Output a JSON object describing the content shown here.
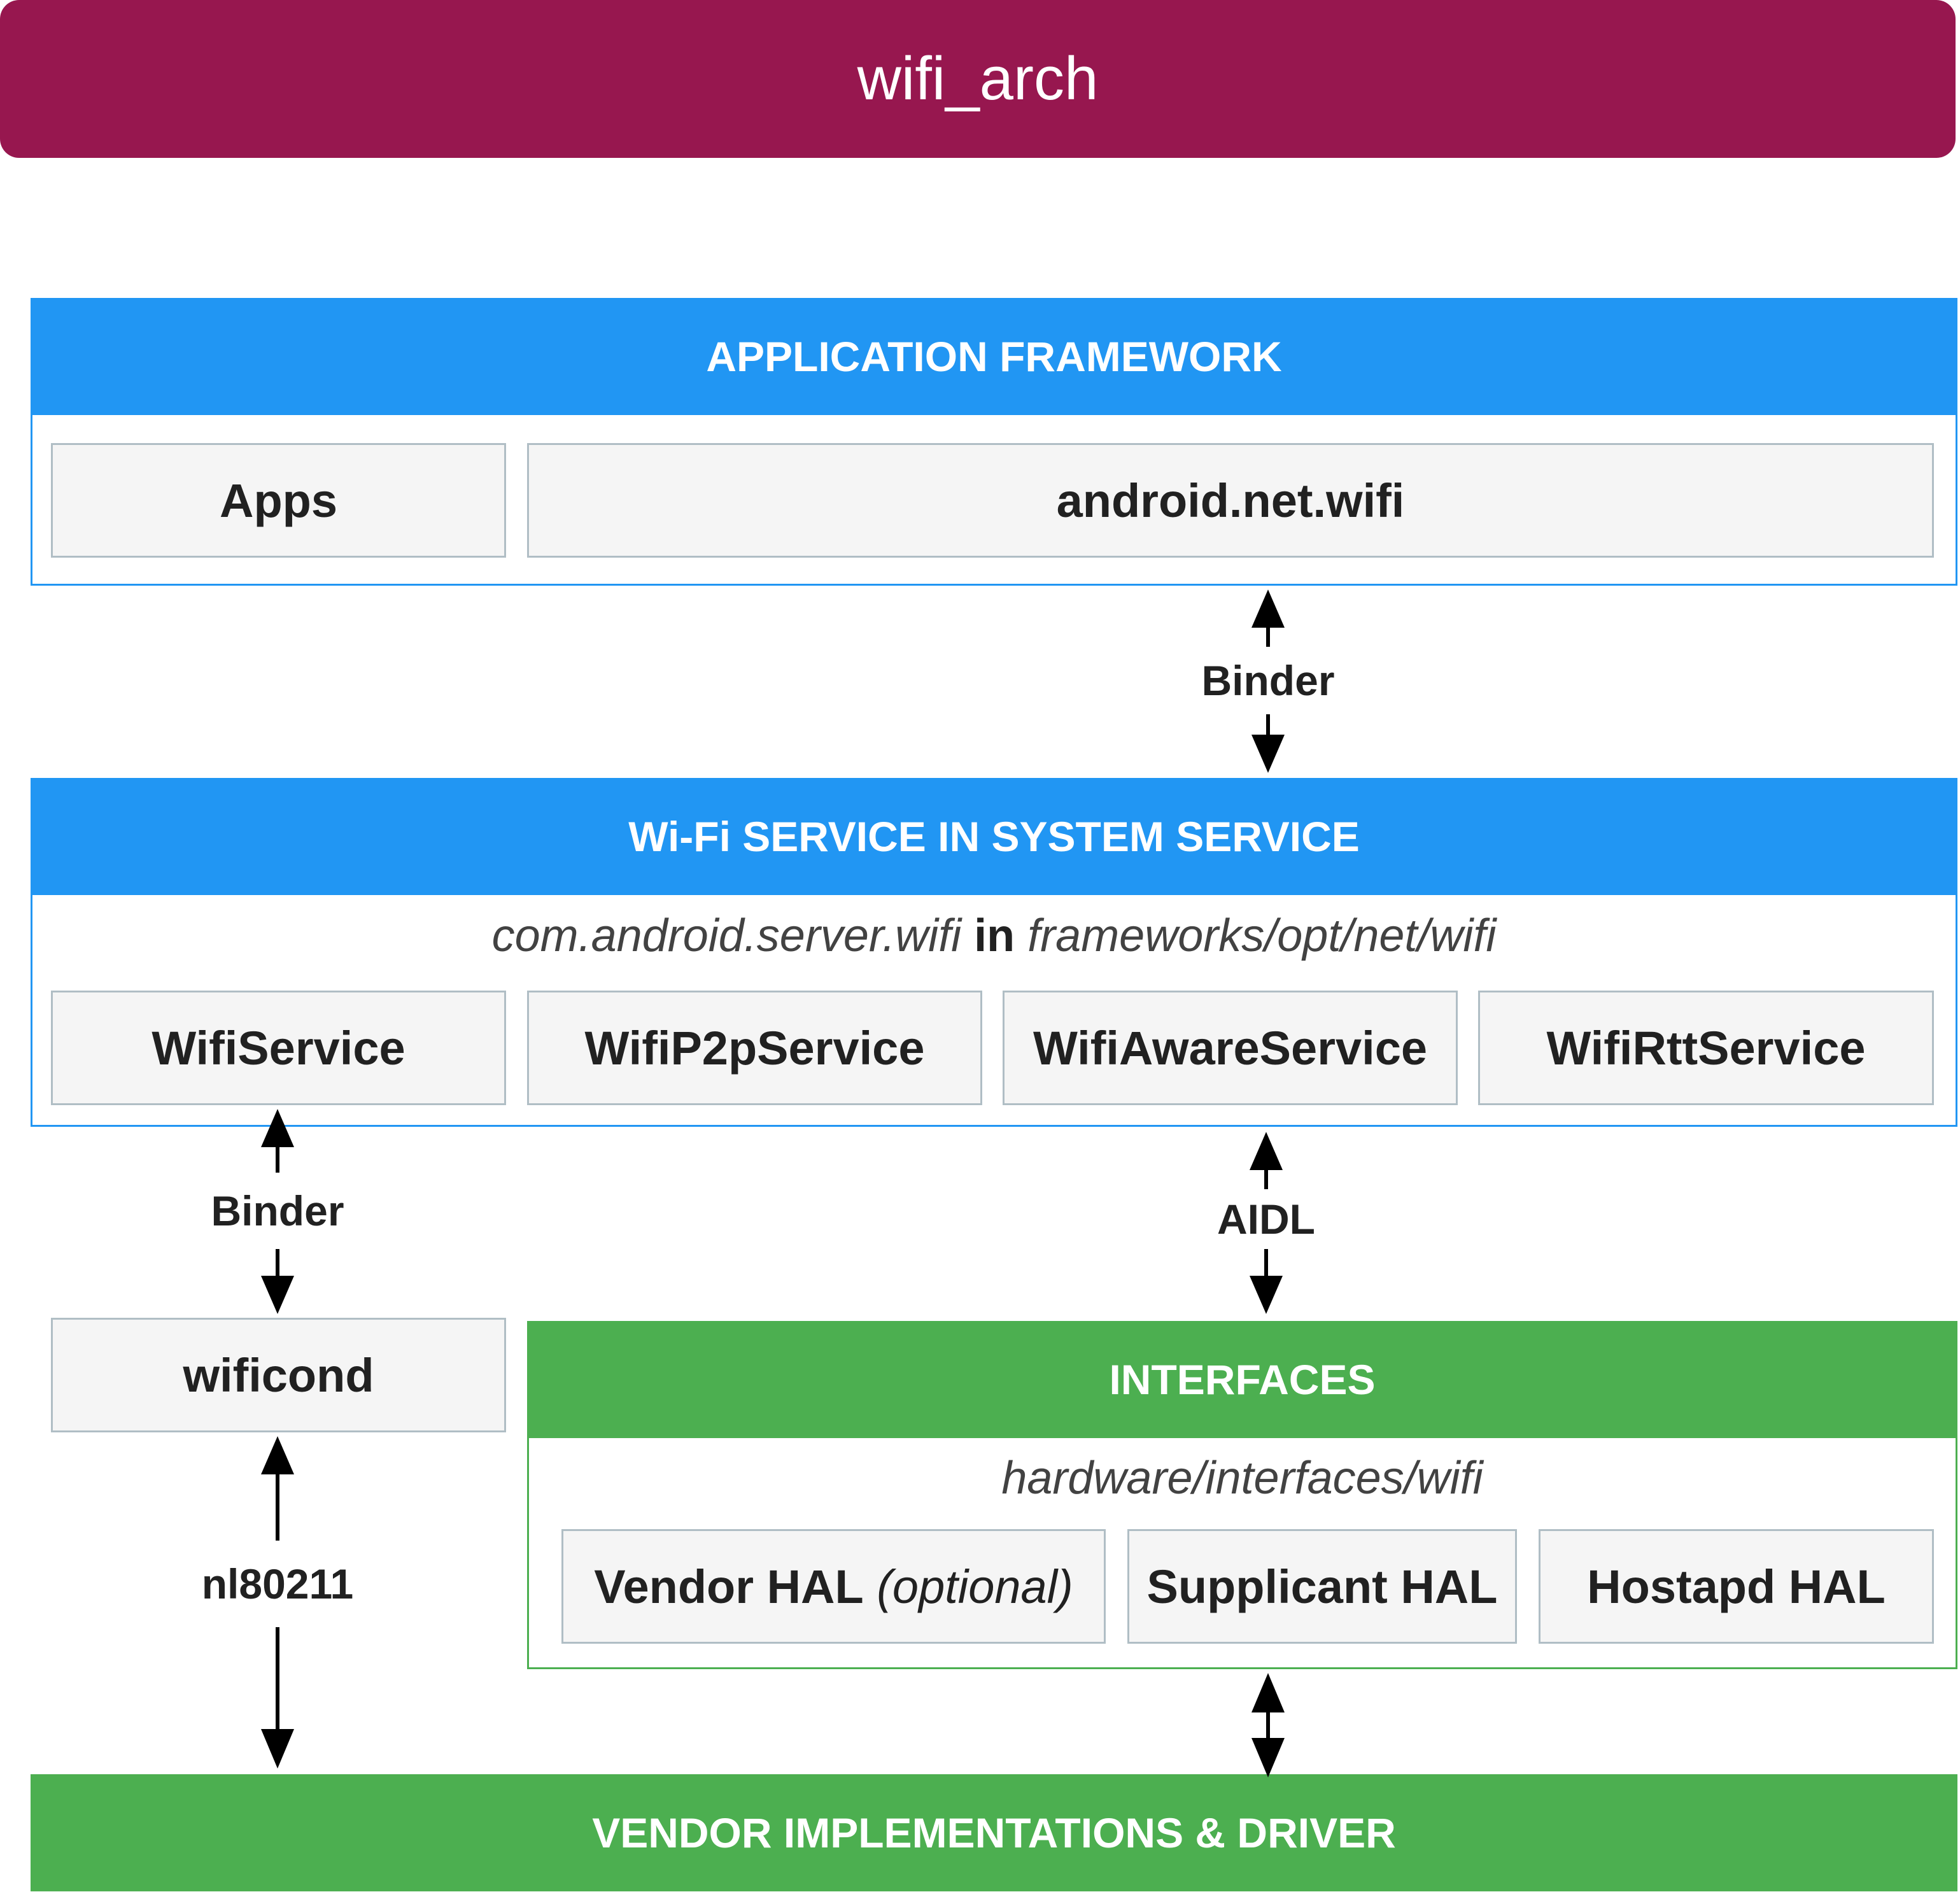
{
  "title": "wifi_arch",
  "app_framework": {
    "header": "APPLICATION FRAMEWORK",
    "boxes": [
      "Apps",
      "android.net.wifi"
    ]
  },
  "wifi_service": {
    "header": "Wi-Fi SERVICE IN SYSTEM SERVICE",
    "package": "com.android.server.wifi",
    "joiner": "in",
    "path": "frameworks/opt/net/wifi",
    "boxes": [
      "WifiService",
      "WifiP2pService",
      "WifiAwareService",
      "WifiRttService"
    ]
  },
  "wificond": "wificond",
  "interfaces": {
    "header": "INTERFACES",
    "path": "hardware/interfaces/wifi",
    "vendor_hal": "Vendor HAL",
    "vendor_hal_note": "(optional)",
    "supplicant_hal": "Supplicant HAL",
    "hostapd_hal": "Hostapd HAL"
  },
  "vendor": {
    "header": "VENDOR IMPLEMENTATIONS & DRIVER"
  },
  "connectors": {
    "framework_to_service": "Binder",
    "service_to_wificond": "Binder",
    "service_to_interfaces": "AIDL",
    "wificond_to_vendor": "nl80211"
  },
  "colors": {
    "title_bg": "#97174f",
    "blue": "#2196f3",
    "green": "#4caf50",
    "box_bg": "#f5f5f5",
    "box_border": "#b0bec5"
  }
}
